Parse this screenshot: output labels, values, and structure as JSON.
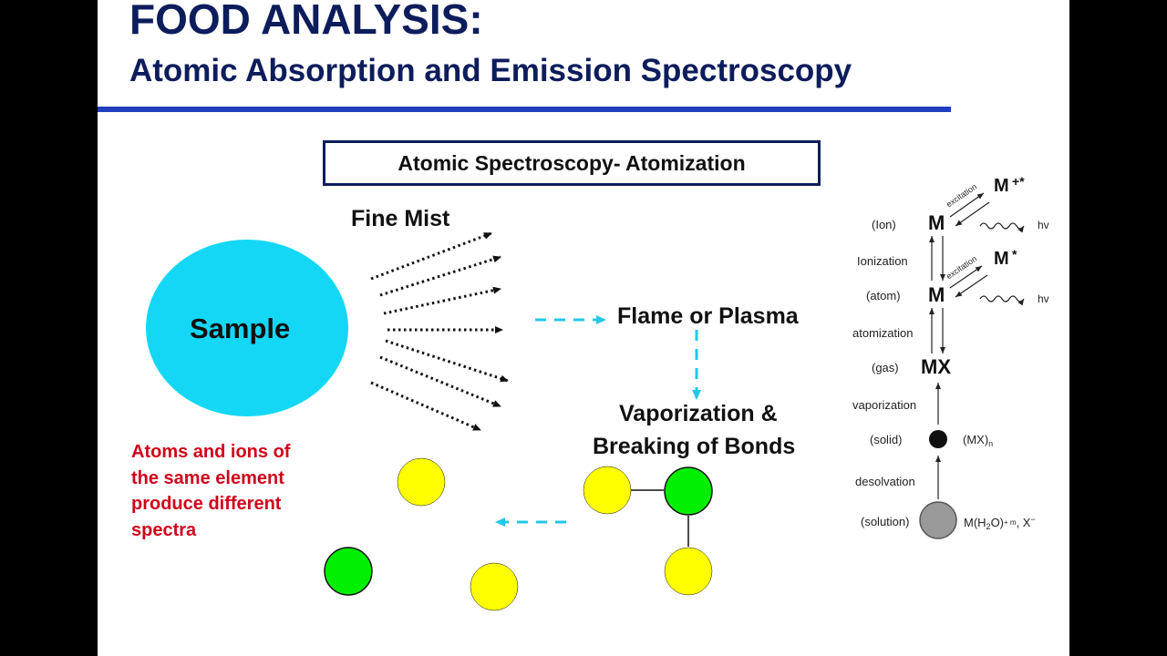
{
  "slide": {
    "title": "FOOD ANALYSIS:",
    "subtitle": "Atomic Absorption and Emission Spectroscopy",
    "box_label": "Atomic Spectroscopy- Atomization",
    "sample_label": "Sample",
    "fine_mist_label": "Fine Mist",
    "flame_label": "Flame or Plasma",
    "vapor_line1": "Vaporization &",
    "vapor_line2": "Breaking of Bonds",
    "note_lines": [
      "Atoms and ions of",
      "the same element",
      "produce different",
      "spectra"
    ]
  },
  "scheme": {
    "state_ion": "(Ion)",
    "step_ionization": "Ionization",
    "state_atom": "(atom)",
    "step_atomization": "atomization",
    "state_gas": "(gas)",
    "step_vaporization": "vaporization",
    "state_solid": "(solid)",
    "step_desolvation": "desolvation",
    "state_solution": "(solution)",
    "species_m": "M",
    "species_mx": "MX",
    "species_m_excited": "M",
    "species_m_ion_excited": "M",
    "sup_excited": "*",
    "sup_ion_excited": "+*",
    "excitation_label": "excitation",
    "hv_label": "hv",
    "solid_formula": "(MX)",
    "solid_subscript": "n",
    "solution_formula_a": "M(H",
    "solution_formula_sub2": "2",
    "solution_formula_b": "O)",
    "solution_formula_supsub": "+ m",
    "solution_formula_c": ", X",
    "solution_formula_minus": "−"
  },
  "colors": {
    "title": "#0d1d5c",
    "rule": "#1f3fbf",
    "sample": "#14d7f5",
    "arrow_dashed": "#22c8e8",
    "yellow_atom": "#ffff00",
    "green_atom": "#00ee00",
    "note": "#d0021b",
    "solution_ball": "#9a9a9a"
  }
}
